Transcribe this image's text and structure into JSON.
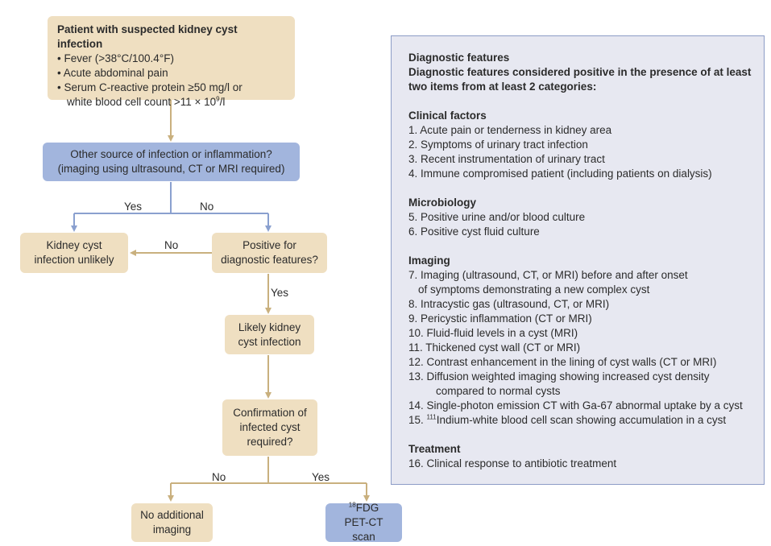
{
  "flowchart": {
    "start": {
      "title": "Patient with suspected kidney cyst infection",
      "items": [
        "• Fever (>38°C/100.4°F)",
        "• Acute abdominal pain",
        "• Serum C-reactive protein ≥50 mg/l or",
        "white blood cell count >11 × 10⁹/l"
      ]
    },
    "other_source": {
      "line1": "Other source of infection or inflammation?",
      "line2": "(imaging using ultrasound, CT or MRI required)"
    },
    "unlikely": {
      "line1": "Kidney cyst",
      "line2": "infection unlikely"
    },
    "positive": {
      "line1": "Positive for",
      "line2": "diagnostic features?"
    },
    "likely": {
      "line1": "Likely kidney",
      "line2": "cyst infection"
    },
    "confirmation": {
      "line1": "Confirmation of",
      "line2": "infected cyst",
      "line3": "required?"
    },
    "no_imaging": {
      "line1": "No additional",
      "line2": "imaging"
    },
    "petct": {
      "sup": "18",
      "line1": "FDG",
      "line2": "PET-CT scan"
    },
    "labels": {
      "yes_other": "Yes",
      "no_other": "No",
      "no_positive": "No",
      "yes_positive": "Yes",
      "no_confirm": "No",
      "yes_confirm": "Yes"
    }
  },
  "features": {
    "heading": "Diagnostic features",
    "subheading_1": "Diagnostic features considered positive in the presence of at least",
    "subheading_2": "two items from at least 2 categories:",
    "clinical": {
      "heading": "Clinical factors",
      "items": [
        "1. Acute pain or tenderness in kidney area",
        "2. Symptoms of urinary tract infection",
        "3. Recent instrumentation of urinary tract",
        "4. Immune compromised patient (including patients on dialysis)"
      ]
    },
    "microbiology": {
      "heading": "Microbiology",
      "items": [
        "5. Positive urine and/or blood culture",
        "6. Positive cyst fluid culture"
      ]
    },
    "imaging": {
      "heading": "Imaging",
      "item7_1": "7. Imaging (ultrasound, CT, or MRI) before and after onset",
      "item7_2": "of symptoms demonstrating a new complex cyst",
      "item8": "8. Intracystic gas (ultrasound, CT, or MRI)",
      "item9": "9. Pericystic inflammation (CT or MRI)",
      "item10": "10. Fluid-fluid levels in a cyst (MRI)",
      "item11": "11. Thickened cyst wall (CT or MRI)",
      "item12": "12. Contrast enhancement in the lining of cyst walls (CT or MRI)",
      "item13_1": "13. Diffusion weighted imaging showing increased cyst density",
      "item13_2": "compared to normal cysts",
      "item14": "14. Single-photon emission CT with Ga-67 abnormal uptake by a cyst",
      "item15_prefix": "15. ",
      "item15_sup": "111",
      "item15_text": "Indium-white blood cell scan showing accumulation in a cyst"
    },
    "treatment": {
      "heading": "Treatment",
      "item16": "16. Clinical response to antibiotic treatment"
    }
  },
  "colors": {
    "tan_box": "#efdfc1",
    "blue_box": "#a2b5dd",
    "tan_arrow": "#c9b07e",
    "blue_arrow": "#8aa0cf",
    "panel_fill": "#e7e8f1",
    "panel_border": "#8c9cc6"
  }
}
